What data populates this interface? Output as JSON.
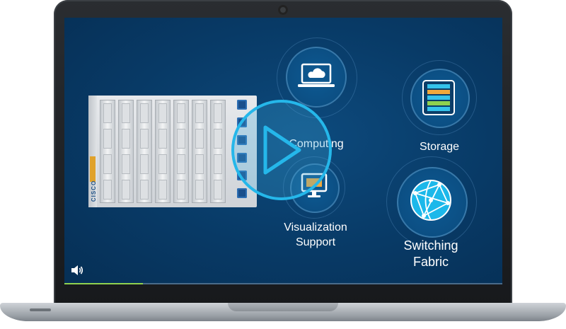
{
  "video": {
    "progress_fraction": 0.18,
    "accent_color": "#25b7ea",
    "progress_color": "#8fd14f"
  },
  "server": {
    "brand": "CISCO"
  },
  "features": {
    "computing": {
      "label": "Computing",
      "icon": "laptop-cloud-icon"
    },
    "storage": {
      "label": "Storage",
      "icon": "storage-stack-icon"
    },
    "visualization": {
      "line1": "Visualization",
      "line2": "Support",
      "icon": "vm-monitor-icon"
    },
    "switching": {
      "line1": "Switching",
      "line2": "Fabric",
      "icon": "globe-network-icon"
    }
  },
  "controls": {
    "play_icon": "play-icon",
    "volume_icon": "volume-icon"
  }
}
